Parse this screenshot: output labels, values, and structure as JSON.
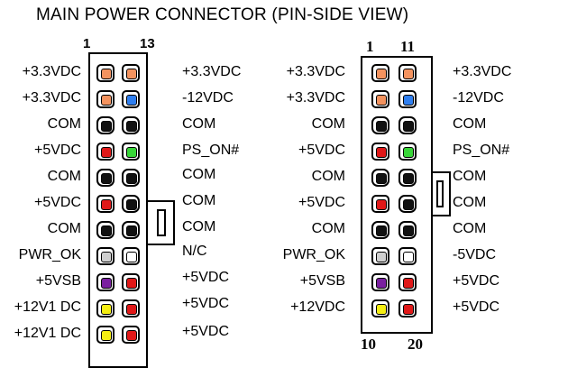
{
  "title": "MAIN POWER CONNECTOR  (PIN-SIDE VIEW)",
  "colors": {
    "orange": "#f4935f",
    "blue": "#2f7ff0",
    "black": "#111111",
    "red": "#e01818",
    "green": "#38d638",
    "gray": "#cfcfcf",
    "white": "#ffffff",
    "purple": "#7a1fa0",
    "yellow": "#f5ee12"
  },
  "connector_24": {
    "num_top_left": "1",
    "num_top_right": "13",
    "rows": [
      {
        "left": "+3.3VDC",
        "right": "+3.3VDC",
        "colors": [
          "orange",
          "orange"
        ]
      },
      {
        "left": "+3.3VDC",
        "right": "-12VDC",
        "colors": [
          "orange",
          "blue"
        ]
      },
      {
        "left": "COM",
        "right": "COM",
        "colors": [
          "black",
          "black"
        ]
      },
      {
        "left": "+5VDC",
        "right": "PS_ON#",
        "colors": [
          "red",
          "green"
        ]
      },
      {
        "left": "COM",
        "right": "COM",
        "colors": [
          "black",
          "black"
        ]
      },
      {
        "left": "+5VDC",
        "right": "COM",
        "colors": [
          "red",
          "black"
        ]
      },
      {
        "left": "COM",
        "right": "COM",
        "colors": [
          "black",
          "black"
        ]
      },
      {
        "left": "PWR_OK",
        "right": "N/C",
        "colors": [
          "gray",
          "white"
        ]
      },
      {
        "left": "+5VSB",
        "right": "+5VDC",
        "colors": [
          "purple",
          "red"
        ]
      },
      {
        "left": "+12V1 DC",
        "right": "+5VDC",
        "colors": [
          "yellow",
          "red"
        ]
      },
      {
        "left": "+12V1 DC",
        "right": "+5VDC",
        "colors": [
          "yellow",
          "red"
        ]
      }
    ]
  },
  "connector_20": {
    "num_top_left": "1",
    "num_top_right": "11",
    "num_bottom_left": "10",
    "num_bottom_right": "20",
    "rows": [
      {
        "left": "+3.3VDC",
        "right": "+3.3VDC",
        "colors": [
          "orange",
          "orange"
        ]
      },
      {
        "left": "+3.3VDC",
        "right": "-12VDC",
        "colors": [
          "orange",
          "blue"
        ]
      },
      {
        "left": "COM",
        "right": "COM",
        "colors": [
          "black",
          "black"
        ]
      },
      {
        "left": "+5VDC",
        "right": "PS_ON#",
        "colors": [
          "red",
          "green"
        ]
      },
      {
        "left": "COM",
        "right": "COM",
        "colors": [
          "black",
          "black"
        ]
      },
      {
        "left": "+5VDC",
        "right": "COM",
        "colors": [
          "red",
          "black"
        ]
      },
      {
        "left": "COM",
        "right": "COM",
        "colors": [
          "black",
          "black"
        ]
      },
      {
        "left": "PWR_OK",
        "right": "-5VDC",
        "colors": [
          "gray",
          "white"
        ]
      },
      {
        "left": "+5VSB",
        "right": "+5VDC",
        "colors": [
          "purple",
          "red"
        ]
      },
      {
        "left": "+12VDC",
        "right": "+5VDC",
        "colors": [
          "yellow",
          "red"
        ]
      }
    ]
  }
}
